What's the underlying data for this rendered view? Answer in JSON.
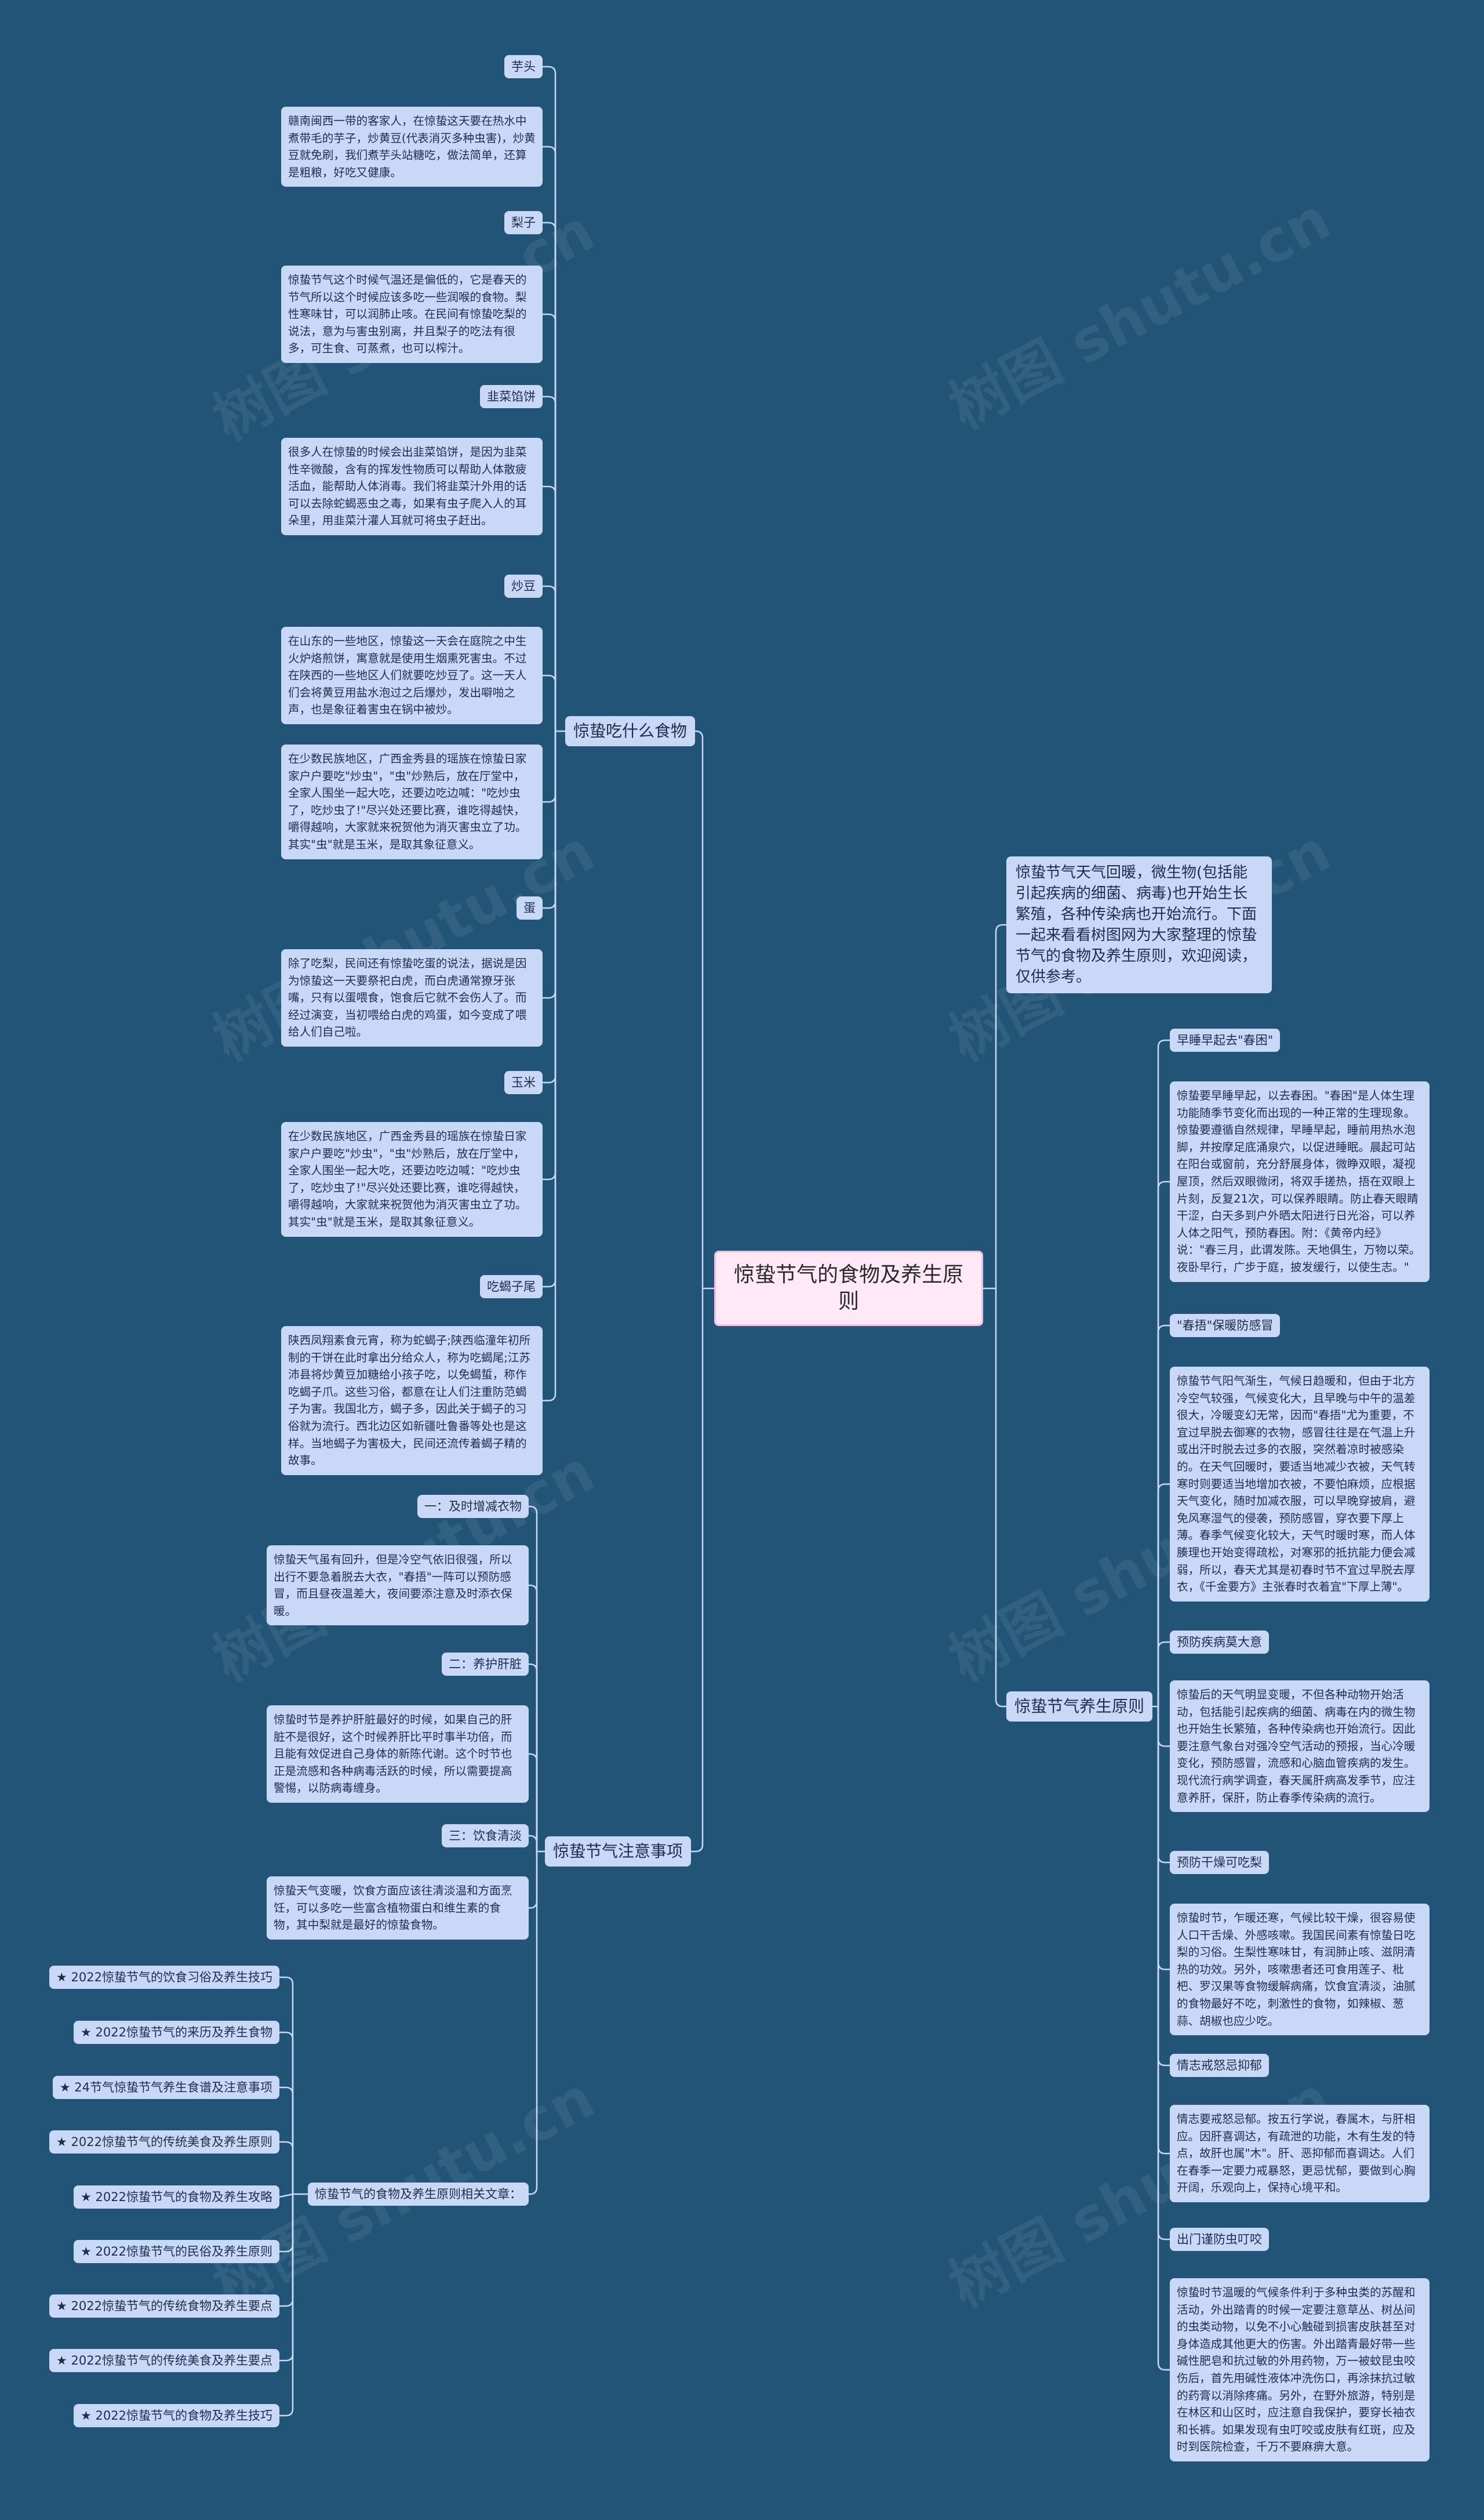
{
  "root": {
    "title": "惊蛰节气的食物及养生原则"
  },
  "intro": "惊蛰节气天气回暖，微生物(包括能引起疾病的细菌、病毒)也开始生长繁殖，各种传染病也开始流行。下面一起来看看树图网为大家整理的惊蛰节气的食物及养生原则，欢迎阅读，仅供参考。",
  "watermark": "树图 shutu.cn",
  "foods": {
    "label": "惊蛰吃什么食物",
    "items": [
      {
        "tag": "芋头",
        "text": "赣南闽西一带的客家人，在惊蛰这天要在热水中煮带毛的芋子，炒黄豆(代表消灭多种虫害)，炒黄豆就免刷，我们煮芋头站糖吃，做法简单，还算是粗粮，好吃又健康。"
      },
      {
        "tag": "梨子",
        "text": "惊蛰节气这个时候气温还是偏低的，它是春天的节气所以这个时候应该多吃一些润喉的食物。梨性寒味甘，可以润肺止咳。在民间有惊蛰吃梨的说法，意为与害虫别离，并且梨子的吃法有很多，可生食、可蒸煮，也可以榨汁。"
      },
      {
        "tag": "韭菜馅饼",
        "text": "很多人在惊蛰的时候会出韭菜馅饼，是因为韭菜性辛微酸，含有的挥发性物质可以帮助人体散疲活血，能帮助人体消毒。我们将韭菜汁外用的话可以去除蛇蝎恶虫之毒，如果有虫子爬入人的耳朵里，用韭菜汁灌人耳就可将虫子赶出。"
      },
      {
        "tag": "炒豆",
        "text": "在山东的一些地区，惊蛰这一天会在庭院之中生火炉烙煎饼，寓意就是使用生烟熏死害虫。不过在陕西的一些地区人们就要吃炒豆了。这一天人们会将黄豆用盐水泡过之后爆炒，发出噼啪之声，也是象征着害虫在锅中被炒。"
      },
      {
        "tag": "",
        "text": "在少数民族地区，广西金秀县的瑶族在惊蛰日家家户户要吃\"炒虫\"，\"虫\"炒熟后，放在厅堂中，全家人围坐一起大吃，还要边吃边喊：\"吃炒虫了，吃炒虫了!\"尽兴处还要比赛，谁吃得越快，嚼得越响，大家就来祝贺他为消灭害虫立了功。其实\"虫\"就是玉米，是取其象征意义。"
      },
      {
        "tag": "蛋",
        "text": "除了吃梨，民间还有惊蛰吃蛋的说法，据说是因为惊蛰这一天要祭祀白虎，而白虎通常獠牙张嘴，只有以蛋喂食，饱食后它就不会伤人了。而经过演变，当初喂给白虎的鸡蛋，如今变成了喂给人们自己啦。"
      },
      {
        "tag": "玉米",
        "text": "在少数民族地区，广西金秀县的瑶族在惊蛰日家家户户要吃\"炒虫\"，\"虫\"炒熟后，放在厅堂中，全家人围坐一起大吃，还要边吃边喊：\"吃炒虫了，吃炒虫了!\"尽兴处还要比赛，谁吃得越快，嚼得越响，大家就来祝贺他为消灭害虫立了功。其实\"虫\"就是玉米，是取其象征意义。"
      },
      {
        "tag": "吃蝎子尾",
        "text": "陕西凤翔素食元宵，称为蛇蝎子;陕西临潼年初所制的干饼在此时拿出分给众人，称为吃蝎尾;江苏沛县将炒黄豆加糖给小孩子吃，以免蝎蜇，称作吃蝎子爪。这些习俗，都意在让人们注重防范蝎子为害。我国北方，蝎子多，因此关于蝎子的习俗就为流行。西北边区如新疆吐鲁番等处也是这样。当地蝎子为害极大，民间还流传着蝎子精的故事。"
      }
    ]
  },
  "notes": {
    "label": "惊蛰节气注意事项",
    "items": [
      {
        "tag": "一：及时增减衣物",
        "text": "惊蛰天气虽有回升，但是冷空气依旧很强，所以出行不要急着脱去大衣，\"春捂\"一阵可以预防感冒，而且昼夜温差大，夜间要添注意及时添衣保暖。"
      },
      {
        "tag": "二：养护肝脏",
        "text": "惊蛰时节是养护肝脏最好的时候，如果自己的肝脏不是很好，这个时候养肝比平时事半功倍，而且能有效促进自己身体的新陈代谢。这个时节也正是流感和各种病毒活跃的时候，所以需要提高警惕，以防病毒缠身。"
      },
      {
        "tag": "三：饮食清淡",
        "text": "惊蛰天气变暖，饮食方面应该往清淡温和方面烹饪，可以多吃一些富含植物蛋白和维生素的食物，其中梨就是最好的惊蛰食物。"
      }
    ],
    "related": {
      "label": "惊蛰节气的食物及养生原则相关文章：",
      "links": [
        "★ 2022惊蛰节气的饮食习俗及养生技巧",
        "★ 2022惊蛰节气的来历及养生食物",
        "★ 24节气惊蛰节气养生食谱及注意事项",
        "★ 2022惊蛰节气的传统美食及养生原则",
        "★ 2022惊蛰节气的食物及养生攻略",
        "★ 2022惊蛰节气的民俗及养生原则",
        "★ 2022惊蛰节气的传统食物及养生要点",
        "★ 2022惊蛰节气的传统美食及养生要点",
        "★ 2022惊蛰节气的食物及养生技巧"
      ]
    }
  },
  "health": {
    "label": "惊蛰节气养生原则",
    "items": [
      {
        "tag": "早睡早起去\"春困\"",
        "text": "惊蛰要早睡早起，以去春困。\"春困\"是人体生理功能随季节变化而出现的一种正常的生理现象。惊蛰要遵循自然规律，早睡早起，睡前用热水泡脚，并按摩足底涌泉穴，以促进睡眠。晨起可站在阳台或窗前，充分舒展身体，微睁双眼，凝视屋顶，然后双眼微闭，将双手搓热，捂在双眼上片刻，反复21次，可以保养眼睛。防止春天眼睛干涩，白天多到户外晒太阳进行日光浴，可以养人体之阳气，预防春困。附：《黄帝内经》说：\"春三月，此谓发陈。天地俱生，万物以荣。夜卧早行，广步于庭，披发缓行，以使生志。\""
      },
      {
        "tag": "\"春捂\"保暖防感冒",
        "text": "惊蛰节气阳气渐生，气候日趋暖和，但由于北方冷空气较强，气候变化大，且早晚与中午的温差很大，冷暖变幻无常，因而\"春捂\"尤为重要，不宜过早脱去御寒的衣物，感冒往往是在气温上升或出汗时脱去过多的衣服，突然着凉时被感染的。在天气回暖时，要适当地减少衣被，天气转寒时则要适当地增加衣被，不要怕麻烦，应根据天气变化，随时加减衣服，可以早晚穿披肩，避免风寒湿气的侵袭，预防感冒，穿衣要下厚上薄。春季气候变化较大，天气时暖时寒，而人体腠理也开始变得疏松，对寒邪的抵抗能力便会减弱，所以，春天尤其是初春时节不宜过早脱去厚衣，《千金要方》主张春时衣着宜\"下厚上薄\"。"
      },
      {
        "tag": "预防疾病莫大意",
        "text": "惊蛰后的天气明显变暖，不但各种动物开始活动，包括能引起疾病的细菌、病毒在内的微生物也开始生长繁殖，各种传染病也开始流行。因此要注意气象台对强冷空气活动的预报，当心冷暖变化，预防感冒，流感和心脑血管疾病的发生。现代流行病学调查，春天属肝病高发季节，应注意养肝，保肝，防止春季传染病的流行。"
      },
      {
        "tag": "预防干燥可吃梨",
        "text": "惊蛰时节，乍暖还寒，气候比较干燥，很容易使人口干舌燥、外感咳嗽。我国民间素有惊蛰日吃梨的习俗。生梨性寒味甘，有润肺止咳、滋阴清热的功效。另外，咳嗽患者还可食用莲子、枇杷、罗汉果等食物缓解病痛，饮食宜清淡，油腻的食物最好不吃，刺激性的食物，如辣椒、葱蒜、胡椒也应少吃。"
      },
      {
        "tag": "情志戒怒忌抑郁",
        "text": "情志要戒怒忌郁。按五行学说，春属木，与肝相应。因肝喜调达，有疏泄的功能，木有生发的特点，故肝也属\"木\"。肝、恶抑郁而喜调达。人们在春季一定要力戒暴怒，更忌忧郁，要做到心胸开阔，乐观向上，保持心境平和。"
      },
      {
        "tag": "出门谨防虫叮咬",
        "text": "惊蛰时节温暖的气候条件利于多种虫类的苏醒和活动，外出踏青的时候一定要注意草丛、树丛间的虫类动物，以免不小心触碰到损害皮肤甚至对身体造成其他更大的伤害。外出踏青最好带一些碱性肥皂和抗过敏的外用药物，万一被蚊昆虫咬伤后，首先用碱性液体冲洗伤口，再涂抹抗过敏的药膏以消除疼痛。另外，在野外旅游，特别是在林区和山区时，应注意自我保护，要穿长袖衣和长裤。如果发现有虫叮咬或皮肤有红斑，应及时到医院检查，千万不要麻痹大意。"
      }
    ]
  }
}
